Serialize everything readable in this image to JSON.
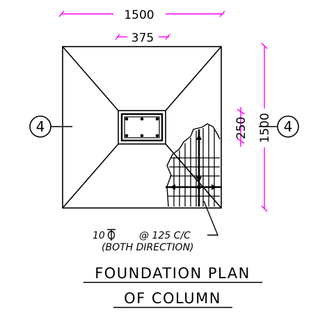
{
  "dimensions": {
    "top_overall": "1500",
    "top_pedestal": "375",
    "right_overall": "1500",
    "right_pedestal": "250"
  },
  "grid_markers": {
    "left": "4",
    "right": "4"
  },
  "rebar_note": {
    "bar": "10",
    "spacing": "@ 125 C/C",
    "direction": "(BOTH DIRECTION)"
  },
  "title": {
    "line1": "FOUNDATION PLAN",
    "line2": "OF COLUMN"
  },
  "colors": {
    "line": "#000000",
    "dimension": "#ff00ff"
  }
}
